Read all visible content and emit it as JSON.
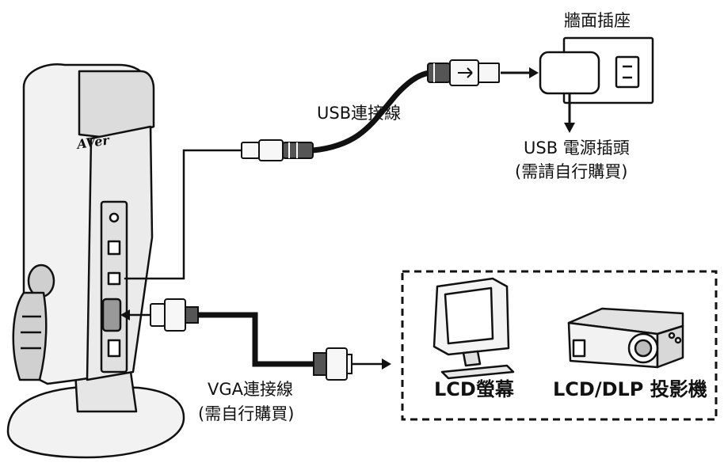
{
  "labels": {
    "usb_cable": "USB連接線",
    "wall_outlet": "牆面插座",
    "usb_power_plug_line1": "USB 電源插頭",
    "usb_power_plug_line2": "(需請自行購買)",
    "vga_cable_line1": "VGA連接線",
    "vga_cable_line2": "(需自行購買)",
    "lcd_screen": "LCD螢幕",
    "projector": "LCD/DLP 投影機"
  },
  "device": {
    "brand": "AVer"
  },
  "colors": {
    "line": "#111111",
    "device_fill": "#f2f2f2",
    "device_shade": "#d4d4d4",
    "background": "#ffffff"
  }
}
